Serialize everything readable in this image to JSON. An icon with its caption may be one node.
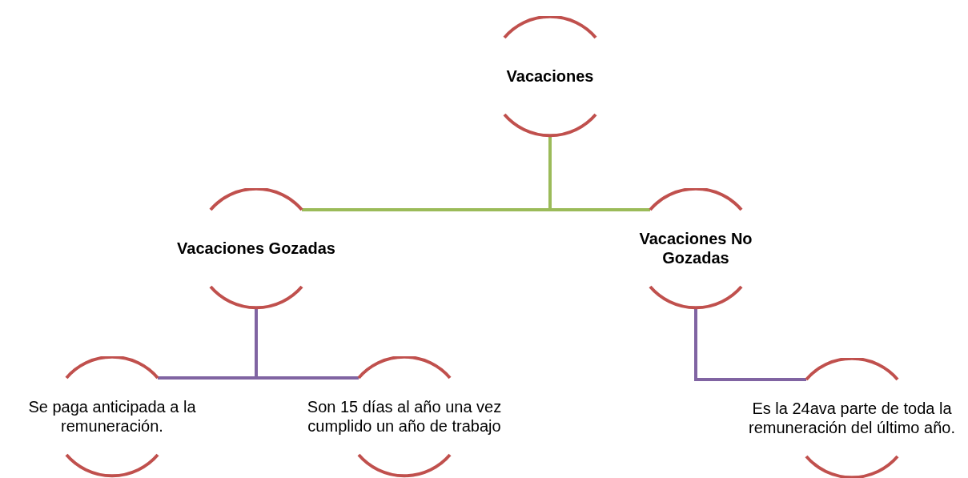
{
  "diagram": {
    "nodes": [
      {
        "text": [
          "Vacaciones"
        ]
      },
      {
        "text": [
          "Vacaciones Gozadas"
        ]
      },
      {
        "text": [
          "Vacaciones No Gozadas"
        ]
      },
      {
        "text": [
          "Se paga anticipada a la remuneración."
        ]
      },
      {
        "text": [
          "Son 15 días al año una vez cumplido un año de trabajo"
        ]
      },
      {
        "text": [
          "Es la 24ava parte de toda la remuneración del último año."
        ]
      }
    ],
    "edges": [
      {
        "from": 0,
        "to": 1,
        "arrow": "none",
        "color": "#9bbb59"
      },
      {
        "from": 0,
        "to": 2,
        "arrow": "none",
        "color": "#9bbb59"
      },
      {
        "from": 1,
        "to": 3,
        "arrow": "none"
      },
      {
        "from": 1,
        "to": 4,
        "arrow": "none"
      },
      {
        "from": 2,
        "to": 5,
        "arrow": "none"
      }
    ]
  }
}
